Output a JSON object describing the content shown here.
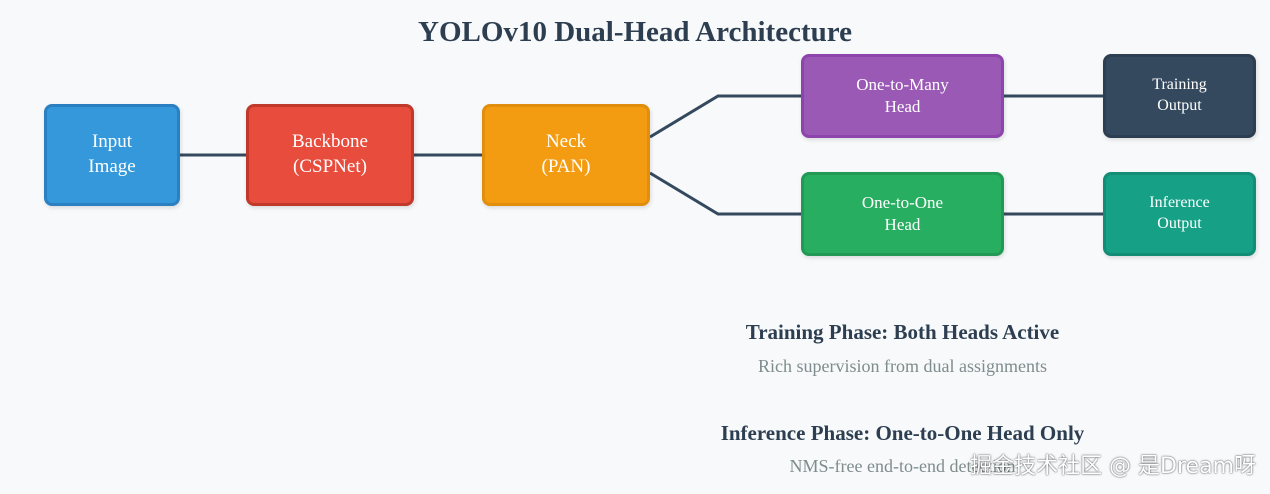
{
  "title": "YOLOv10 Dual-Head Architecture",
  "nodes": {
    "input": "Input\nImage",
    "backbone": "Backbone\n(CSPNet)",
    "neck": "Neck\n(PAN)",
    "one_to_many": "One-to-Many\nHead",
    "one_to_one": "One-to-One\nHead",
    "training_output": "Training\nOutput",
    "inference_output": "Inference\nOutput"
  },
  "colors": {
    "input": "#3498db",
    "backbone": "#e74c3c",
    "neck": "#f39c12",
    "one_to_many": "#9b59b6",
    "one_to_one": "#27ae60",
    "training_output": "#34495e",
    "inference_output": "#16a085",
    "connector": "#34495e"
  },
  "phases": {
    "training": {
      "title": "Training Phase: Both Heads Active",
      "desc": "Rich supervision from dual assignments"
    },
    "inference": {
      "title": "Inference Phase: One-to-One Head Only",
      "desc": "NMS-free end-to-end detection"
    }
  },
  "watermark": "掘金技术社区 @ 是Dream呀"
}
